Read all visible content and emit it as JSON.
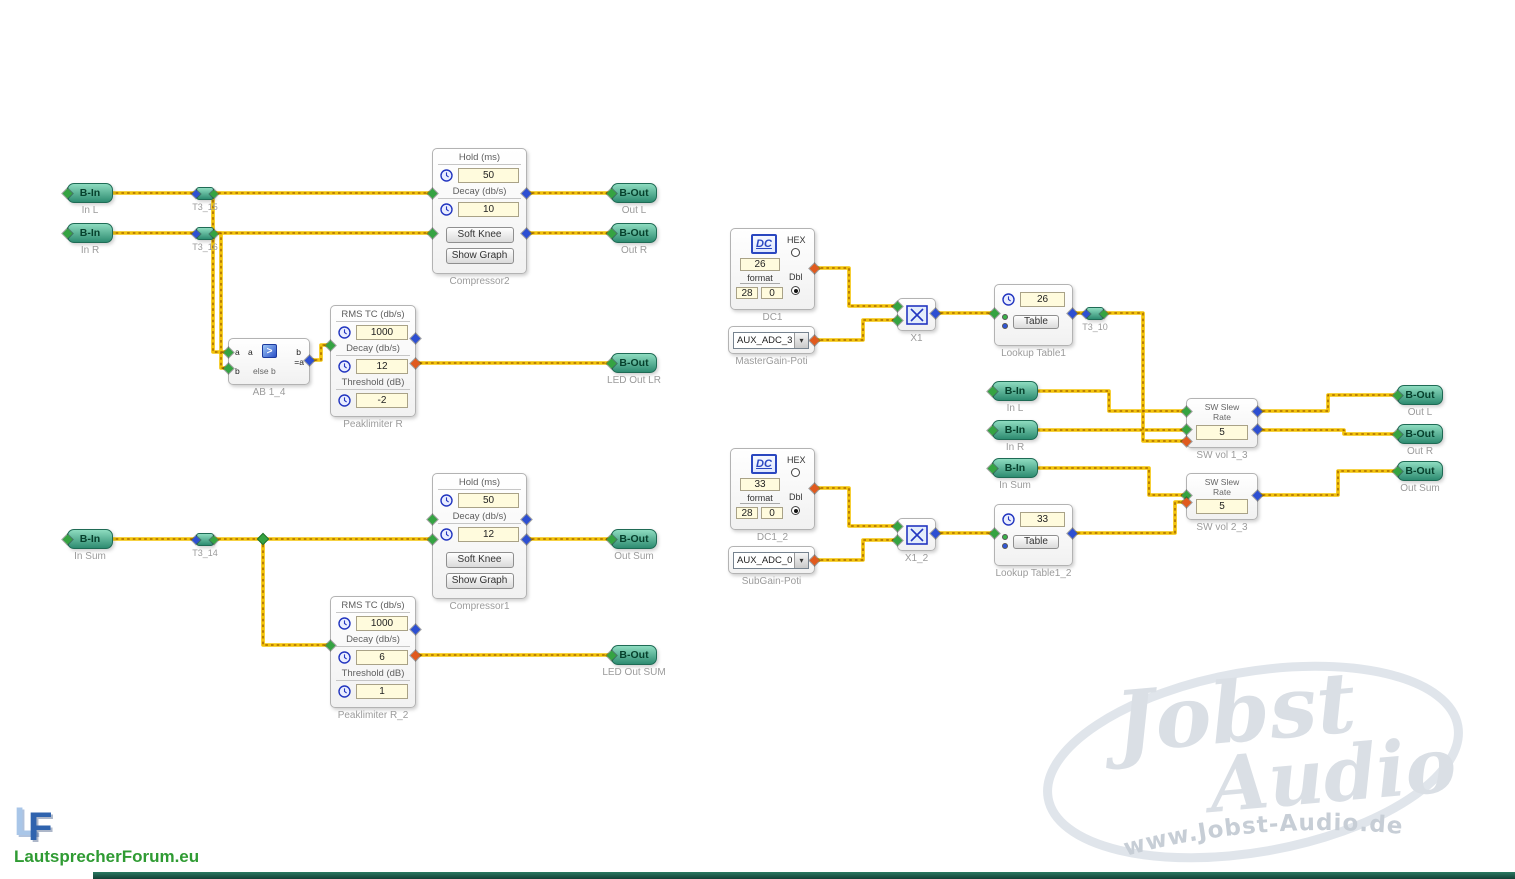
{
  "ports": {
    "in_l": {
      "label": "B-In",
      "caption": "In L"
    },
    "in_r": {
      "label": "B-In",
      "caption": "In R"
    },
    "in_sum": {
      "label": "B-In",
      "caption": "In Sum"
    },
    "out_l": {
      "label": "B-Out",
      "caption": "Out L"
    },
    "out_r": {
      "label": "B-Out",
      "caption": "Out R"
    },
    "led_out_lr": {
      "label": "B-Out",
      "caption": "LED Out LR"
    },
    "out_sum": {
      "label": "B-Out",
      "caption": "Out Sum"
    },
    "led_out_sum": {
      "label": "B-Out",
      "caption": "LED Out SUM"
    },
    "in_l2": {
      "label": "B-In",
      "caption": "In L"
    },
    "in_r2": {
      "label": "B-In",
      "caption": "In R"
    },
    "in_sum2": {
      "label": "B-In",
      "caption": "In Sum"
    },
    "out_l2": {
      "label": "B-Out",
      "caption": "Out L"
    },
    "out_r2": {
      "label": "B-Out",
      "caption": "Out R"
    },
    "out_sum2": {
      "label": "B-Out",
      "caption": "Out Sum"
    }
  },
  "tnodes": {
    "t3_15": {
      "caption": "T3_15"
    },
    "t3_16": {
      "caption": "T3_16"
    },
    "t3_14": {
      "caption": "T3_14"
    },
    "t3_10": {
      "caption": "T3_10"
    }
  },
  "compressor2": {
    "hold_label": "Hold (ms)",
    "hold_value": "50",
    "decay_label": "Decay (db/s)",
    "decay_value": "10",
    "soft_knee_label": "Soft Knee",
    "show_graph_label": "Show Graph",
    "caption": "Compressor2"
  },
  "compressor1": {
    "hold_label": "Hold (ms)",
    "hold_value": "50",
    "decay_label": "Decay (db/s)",
    "decay_value": "12",
    "soft_knee_label": "Soft Knee",
    "show_graph_label": "Show Graph",
    "caption": "Compressor1"
  },
  "ab_switch": {
    "pin_a": "a",
    "sel_a": "a",
    "top_b": "b",
    "pin_b": "b",
    "else_label": "else b",
    "out_label": "=a",
    "caption": "AB 1_4"
  },
  "peaklimiter_r": {
    "rms_label": "RMS TC (db/s)",
    "rms_value": "1000",
    "decay_label": "Decay (db/s)",
    "decay_value": "12",
    "threshold_label": "Threshold (dB)",
    "threshold_value": "-2",
    "caption": "Peaklimiter R"
  },
  "peaklimiter_r2": {
    "rms_label": "RMS TC (db/s)",
    "rms_value": "1000",
    "decay_label": "Decay (db/s)",
    "decay_value": "6",
    "threshold_label": "Threshold (dB)",
    "threshold_value": "1",
    "caption": "Peaklimiter R_2"
  },
  "dc1": {
    "icon_text": "DC",
    "hex_label": "HEX",
    "dbl_label": "Dbl",
    "value": "26",
    "format_label": "format",
    "format_a": "28",
    "format_b": "0",
    "caption": "DC1"
  },
  "dc1_2": {
    "icon_text": "DC",
    "hex_label": "HEX",
    "dbl_label": "Dbl",
    "value": "33",
    "format_label": "format",
    "format_a": "28",
    "format_b": "0",
    "caption": "DC1_2"
  },
  "master_poti": {
    "selected": "AUX_ADC_3",
    "caption": "MasterGain-Poti"
  },
  "sub_poti": {
    "selected": "AUX_ADC_0",
    "caption": "SubGain-Poti"
  },
  "x1": {
    "caption": "X1"
  },
  "x1_2": {
    "caption": "X1_2"
  },
  "lookup1": {
    "value": "26",
    "table_label": "Table",
    "caption": "Lookup Table1"
  },
  "lookup1_2": {
    "value": "33",
    "table_label": "Table",
    "caption": "Lookup Table1_2"
  },
  "sw_vol1": {
    "title_line1": "SW Slew",
    "title_line2": "Rate",
    "value": "5",
    "caption": "SW vol 1_3"
  },
  "sw_vol2": {
    "title_line1": "SW Slew",
    "title_line2": "Rate",
    "value": "5",
    "caption": "SW vol 2_3"
  },
  "watermark": {
    "word1": "Jobst",
    "word2": "Audio",
    "url": "www.Jobst-Audio.de"
  },
  "logo": {
    "letter_l": "L",
    "letter_f": "F",
    "site": "LautsprecherForum.eu"
  },
  "colors": {
    "wire_yellow": "#f3c307",
    "port_teal": "#2e8c71",
    "pin_green": "#35a342",
    "pin_blue": "#2d4fd2",
    "pin_red": "#e05a1e"
  }
}
